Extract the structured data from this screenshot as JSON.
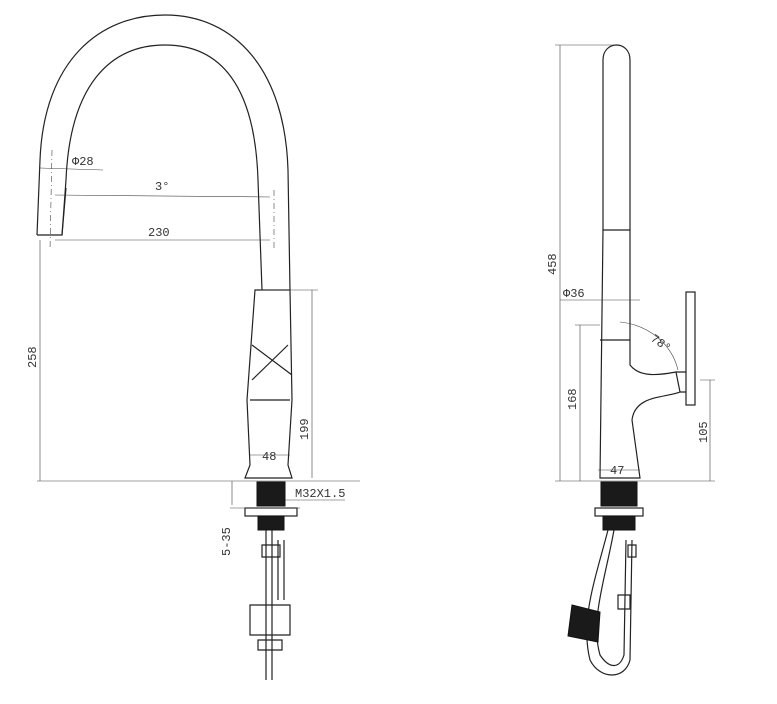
{
  "front_view": {
    "spray_diameter": "Φ28",
    "spout_angle": "3°",
    "reach": "230",
    "spout_height": "258",
    "body_height": "199",
    "body_width": "48",
    "thread": "M32X1.5",
    "deck_thickness": "5-35"
  },
  "side_view": {
    "total_height": "458",
    "neck_diameter": "Φ36",
    "lever_angle": "78°",
    "body_height": "168",
    "lever_height": "105",
    "base_width": "47"
  }
}
